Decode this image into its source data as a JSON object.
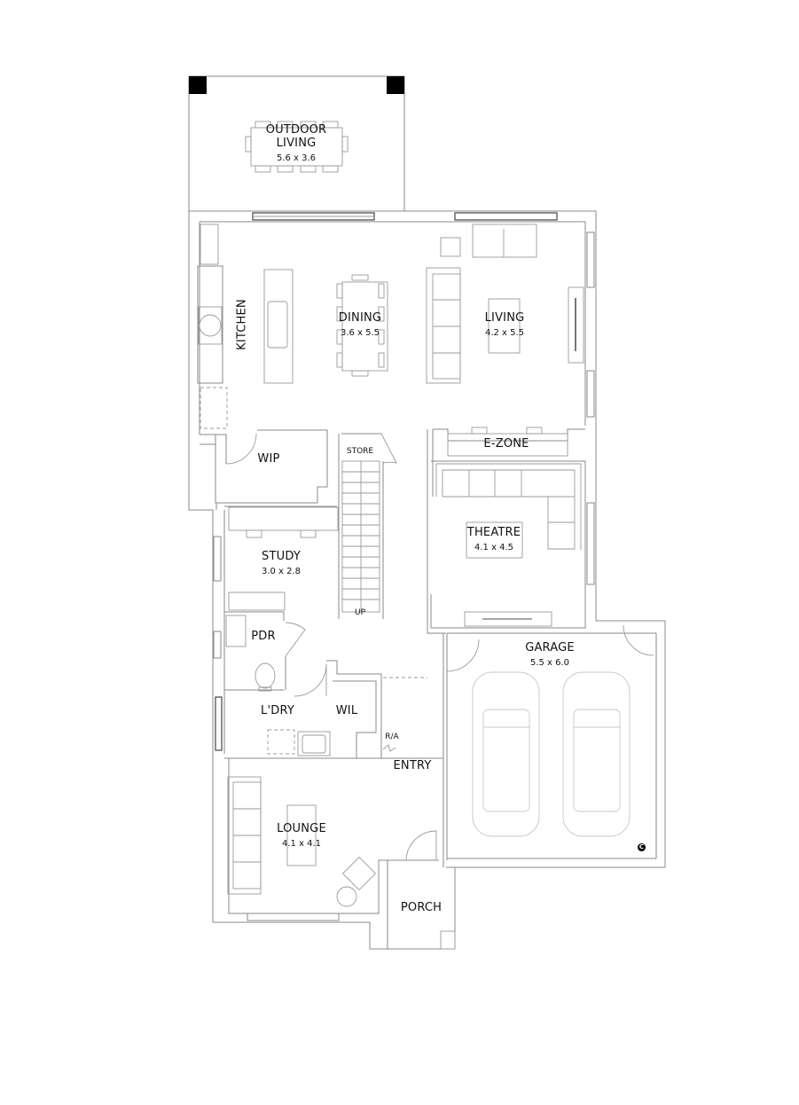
{
  "plan": {
    "rooms": {
      "outdoor_living": {
        "name_line1": "OUTDOOR",
        "name_line2": "LIVING",
        "dims": "5.6 x 3.6"
      },
      "kitchen": {
        "name": "KITCHEN"
      },
      "dining": {
        "name": "DINING",
        "dims": "3.6 x 5.5"
      },
      "living": {
        "name": "LIVING",
        "dims": "4.2 x 5.5"
      },
      "wip": {
        "name": "WIP"
      },
      "store": {
        "name": "STORE"
      },
      "ezone": {
        "name": "E-ZONE"
      },
      "study": {
        "name": "STUDY",
        "dims": "3.0 x 2.8"
      },
      "theatre": {
        "name": "THEATRE",
        "dims": "4.1 x 4.5"
      },
      "pdr": {
        "name": "PDR"
      },
      "garage": {
        "name": "GARAGE",
        "dims": "5.5 x 6.0"
      },
      "ldry": {
        "name": "L'DRY"
      },
      "wil": {
        "name": "WIL"
      },
      "entry": {
        "name": "ENTRY"
      },
      "lounge": {
        "name": "LOUNGE",
        "dims": "4.1 x 4.1"
      },
      "porch": {
        "name": "PORCH"
      }
    },
    "annotations": {
      "stair_up": "UP",
      "return_air": "R/A",
      "garage_symbol": "C"
    },
    "colors": {
      "wall": "#8a8a8a",
      "furniture": "#9a9a9a",
      "car_outline": "#c8c8c8",
      "post": "#000000",
      "background": "#ffffff"
    }
  }
}
